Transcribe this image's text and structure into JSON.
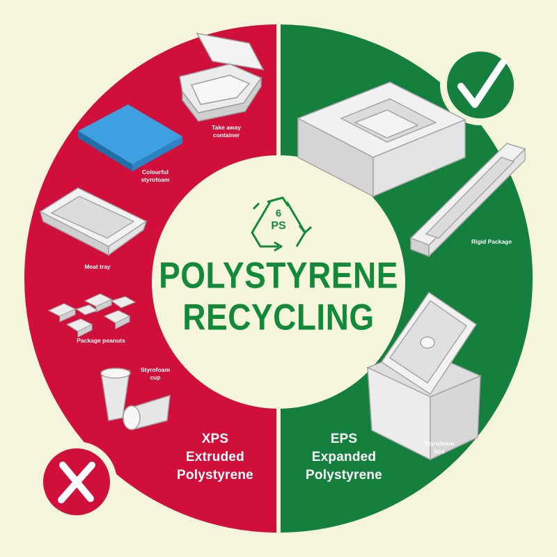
{
  "title": {
    "line1": "POLYSTYRENE",
    "line2": "RECYCLING"
  },
  "recycle_code": {
    "number": "6",
    "abbr": "PS"
  },
  "left": {
    "type_code": "XPS",
    "type_line1": "Extruded",
    "type_line2": "Polystyrene",
    "items": {
      "take_away_line1": "Take away",
      "take_away_line2": "container",
      "colourful_line1": "Colourful",
      "colourful_line2": "styrofoam",
      "meat_tray": "Meat tray",
      "peanuts": "Package peanuts",
      "cup_line1": "Styrofoam",
      "cup_line2": "cup"
    },
    "mark_icon": "cross-icon"
  },
  "right": {
    "type_code": "EPS",
    "type_line1": "Expanded",
    "type_line2": "Polystyrene",
    "items": {
      "rigid_package": "Rigid Package",
      "box_line1": "Styrofoam",
      "box_line2": "box"
    },
    "mark_icon": "check-icon"
  },
  "colors": {
    "background": "#f5f5dc",
    "red": "#d0103a",
    "green": "#15803d",
    "center": "#f6f6dc",
    "title_green": "#138a3a",
    "foam": "#ececec",
    "foam_dark": "#bdbdbd",
    "blue_foam": "#2f8fd0"
  }
}
